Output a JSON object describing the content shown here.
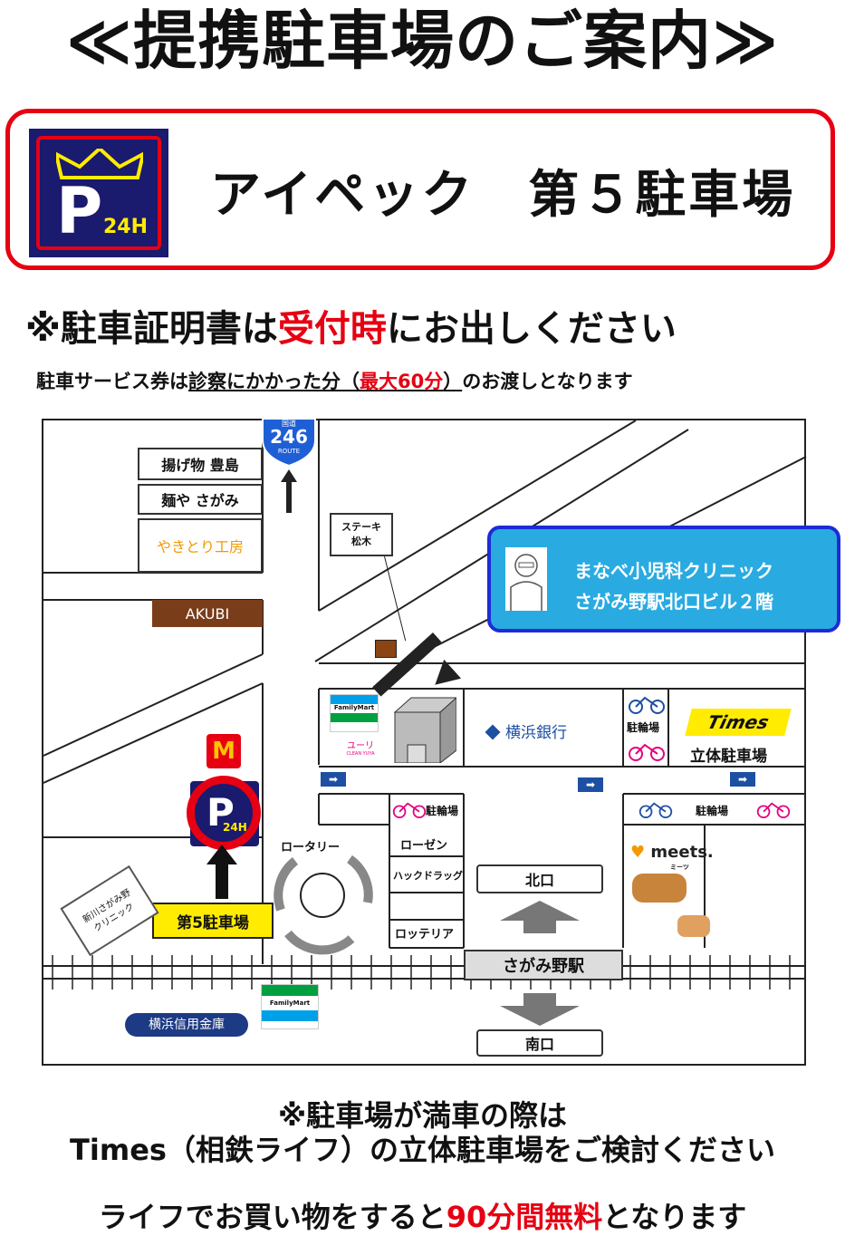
{
  "title": "≪提携駐車場のご案内≫",
  "parking": {
    "logo_text": "24H",
    "logo_letter": "P",
    "name": "アイペック　第５駐車場"
  },
  "notice": {
    "line1_a": "※駐車証明書は",
    "line1_b": "受付時",
    "line1_c": "にお出しください",
    "line2_a": "駐車サービス券は",
    "line2_b": "診察にかかった分（",
    "line2_c": "最大60分",
    "line2_d": "）",
    "line2_e": "のお渡しとなります"
  },
  "map": {
    "route_top": "国道",
    "route_num": "246",
    "route_bottom": "ROUTE",
    "shops_left": [
      "揚げ物 豊島",
      "麺や さがみ",
      "やきとり工房"
    ],
    "akubi": "AKUBI",
    "steak": "ステーキ\n松木",
    "clinic_line1": "まなべ小児科クリニック",
    "clinic_line2": "さがみ野駅北口ビル２階",
    "familymart": "FamilyMart",
    "yuniyu": "ユーリ",
    "yuniyu_sub": "CLEAN YUYA",
    "bank": "横浜銀行",
    "bicycle_parking": "駐輪場",
    "times_logo": "Times",
    "times_label": "立体駐車場",
    "rotary": "ロータリー",
    "lawson": "ローゼン",
    "hack": "ハックドラッグ",
    "lotteria": "ロッテリア",
    "kitaguchi": "北口",
    "station": "さがみ野駅",
    "minamiguchi": "南口",
    "meets": "meets.",
    "meets_sub": "ミーツ",
    "clinic_sign": "新川さがみ野\nクリニック",
    "parking5_label": "第5駐車場",
    "shinkin": "横浜信用金庫",
    "mcd": "M"
  },
  "footer": {
    "line1": "※駐車場が満車の際は",
    "line2": "Times（相鉄ライフ）の立体駐車場をご検討ください",
    "line3_a": "ライフでお買い物をすると",
    "line3_b": "90分間無料",
    "line3_c": "となります"
  },
  "colors": {
    "accent_red": "#e60012",
    "clinic_blue": "#29abe2",
    "logo_navy": "#1a1a6e",
    "yellow": "#ffec00"
  }
}
